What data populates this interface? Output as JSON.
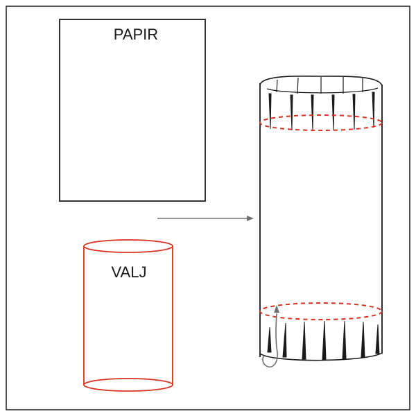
{
  "labels": {
    "paper": "PAPIR",
    "cylinder": "VALJ"
  },
  "colors": {
    "ink": "#1a1a1a",
    "red": "#d9301e",
    "arrow": "#707070"
  },
  "tube": {
    "top_slits": 6,
    "bottom_slits": 7
  }
}
